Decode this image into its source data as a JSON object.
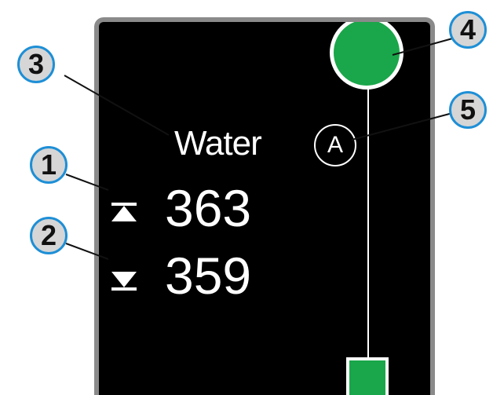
{
  "hazard": {
    "name": "Water",
    "carry_distance": "363",
    "reach_distance": "359",
    "marker_label": "A"
  },
  "icons": {
    "carry": "carry-distance-icon",
    "reach": "reach-distance-icon",
    "green": "green-circle-icon",
    "tee": "tee-square-icon"
  },
  "callouts": [
    {
      "number": "1",
      "target": "carry-distance"
    },
    {
      "number": "2",
      "target": "reach-distance"
    },
    {
      "number": "3",
      "target": "hazard-name"
    },
    {
      "number": "4",
      "target": "green"
    },
    {
      "number": "5",
      "target": "hazard-marker"
    }
  ],
  "colors": {
    "screen": "#000000",
    "green": "#1aa64a",
    "callout_fill": "#d6d6d6",
    "callout_border": "#1e8fd6",
    "bezel": "#8a8a8a"
  }
}
